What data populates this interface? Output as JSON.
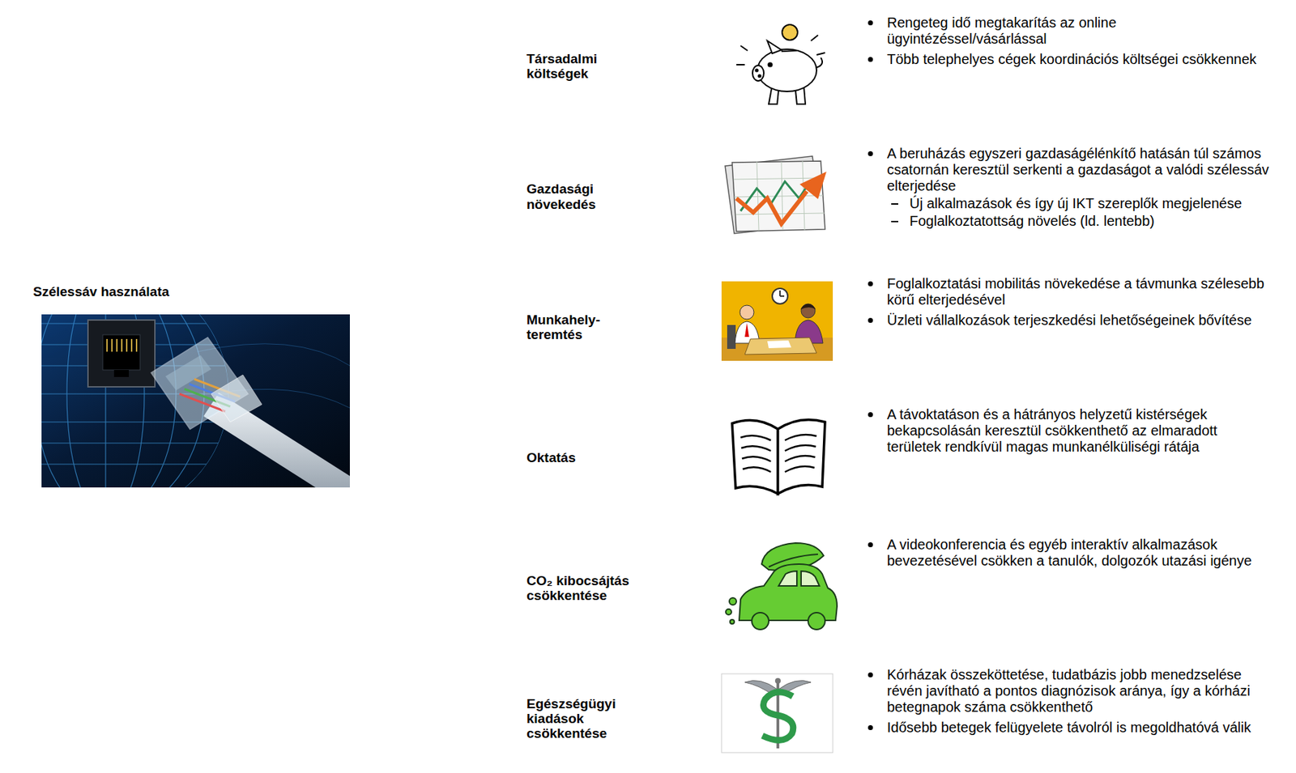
{
  "diagram": {
    "nodes": [
      {
        "text": [
          "Szélessáv használata"
        ]
      },
      {
        "text": [
          "Társadalmi költségek"
        ]
      },
      {
        "text": [
          "Gazdasági növekedés"
        ]
      },
      {
        "text": [
          "Munkahely- teremtés"
        ]
      },
      {
        "text": [
          "Oktatás"
        ]
      },
      {
        "text": [
          "CO₂ kibocsájtás csökkentése"
        ]
      },
      {
        "text": [
          "Egészségügyi kiadások csökkentése"
        ]
      }
    ],
    "labels": [
      "Rengeteg idő megtakarítás az online ügyintézéssel/vásárlással",
      "Több telephelyes cégek koordinációs költségei csökkennek",
      "A beruházás egyszeri gazdaságélénkítő hatásán túl számos csatornán keresztül serkenti a gazdaságot a valódi szélessáv elterjedése",
      "Új alkalmazások és így új IKT szereplők megjelenése",
      "Foglalkoztatottság növelés (ld. lentebb)",
      "Foglalkoztatási mobilitás növekedése a távmunka szélesebb körű elterjedésével",
      "Üzleti vállalkozások terjeszkedési lehetőségeinek bővítése",
      "A távoktatáson és a hátrányos helyzetű kistérségek bekapcsolásán keresztül csökkenthető az elmaradott területek rendkívül magas munkanélküliségi rátája",
      "A videokonferencia és egyéb interaktív alkalmazások bevezetésével csökken a tanulók, dolgozók utazási igénye",
      "Kórházak összeköttetése, tudatbázis jobb menedzselése révén javítható a pontos diagnózisok aránya, így a kórházi betegnapok száma csökkenthető",
      "Idősebb betegek felügyelete távolról is megoldhatóvá válik"
    ]
  }
}
